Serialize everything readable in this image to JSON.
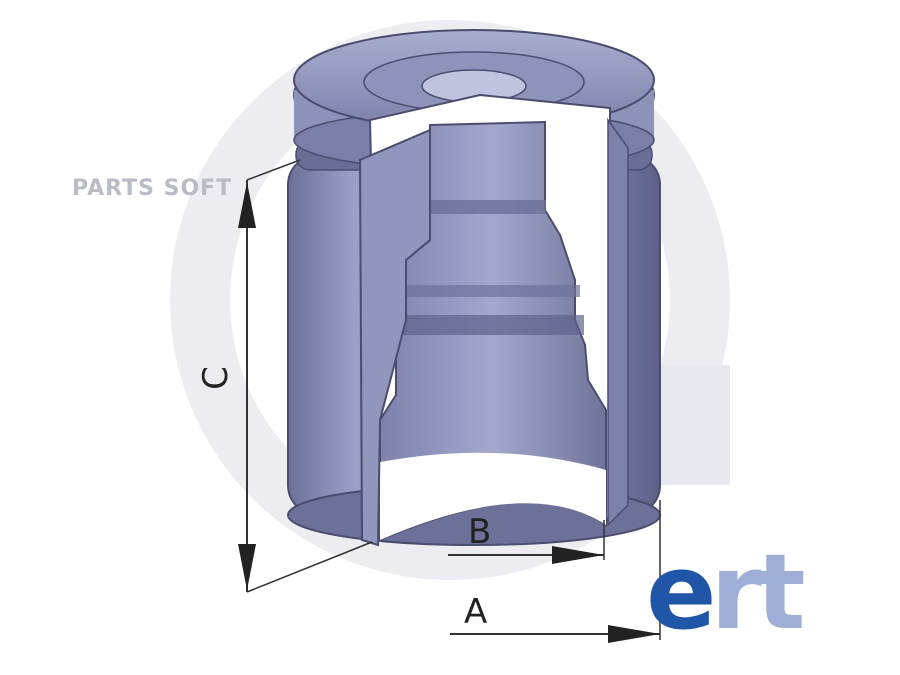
{
  "watermark": {
    "text": "PARTS SOFT"
  },
  "dimensions": {
    "c": "C",
    "b": "B",
    "a": "A"
  },
  "brand": {
    "logo_e": "e",
    "logo_rt": "rt",
    "colors": {
      "primary": "#1f56a8",
      "secondary": "#9eaed6"
    }
  },
  "colors": {
    "piston_body": "#8a8fb6",
    "piston_shadow": "#5c5f86",
    "background_mark": "#e8e9ee"
  }
}
